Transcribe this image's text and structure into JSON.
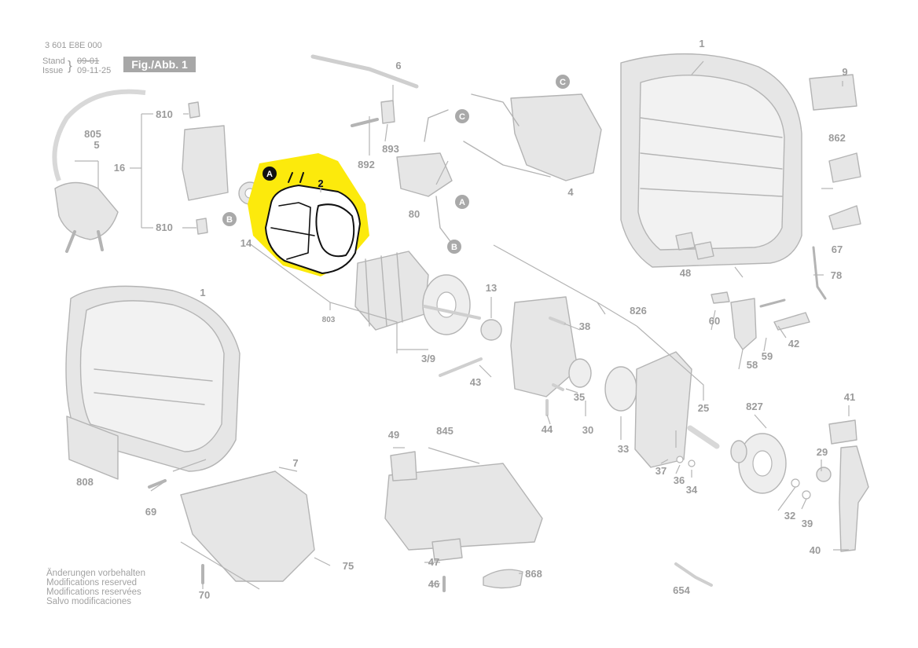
{
  "header": {
    "code": "3 601 E8E 000",
    "stand_label": "Stand",
    "issue_label": "Issue",
    "stand_date_struck": "09-01",
    "issue_date": "09-11-25",
    "fig_label": "Fig./Abb. 1"
  },
  "footer": {
    "lines": [
      "Änderungen vorbehalten",
      "Modifications reserved",
      "Modifications reservées",
      "Salvo modificaciones"
    ]
  },
  "colors": {
    "highlight": "#fcea0c",
    "line": "#b4b4b4",
    "part_fill": "#e6e6e6",
    "label": "#9b9b9b",
    "callout": "#a9a9a9",
    "highlight_ink": "#111111"
  },
  "callouts": [
    "A",
    "C",
    "C",
    "A",
    "B",
    "B"
  ],
  "highlighted_part": {
    "label": "2",
    "callout": "A"
  },
  "part_labels": [
    "1",
    "1",
    "2",
    "3/9",
    "4",
    "5",
    "6",
    "7",
    "9",
    "13",
    "14",
    "16",
    "25",
    "29",
    "30",
    "32",
    "33",
    "34",
    "35",
    "36",
    "37",
    "38",
    "39",
    "40",
    "41",
    "42",
    "43",
    "44",
    "46",
    "47",
    "48",
    "49",
    "58",
    "59",
    "60",
    "67",
    "69",
    "70",
    "75",
    "78",
    "80",
    "803",
    "805",
    "808",
    "810",
    "810",
    "826",
    "827",
    "845",
    "862",
    "868",
    "892",
    "893",
    "654"
  ]
}
